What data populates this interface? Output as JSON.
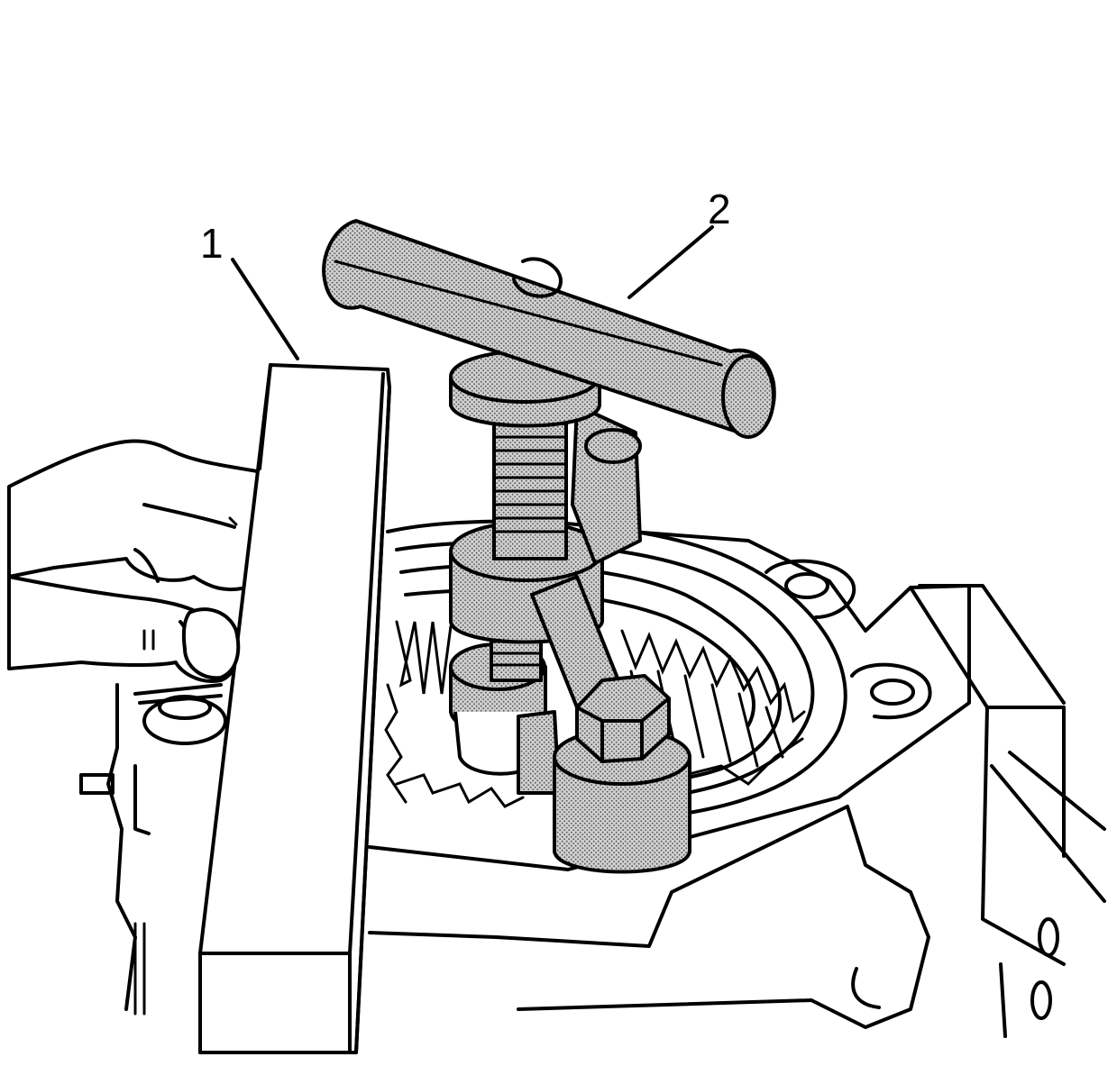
{
  "callouts": [
    {
      "id": "1",
      "label": "1"
    },
    {
      "id": "2",
      "label": "2"
    }
  ],
  "colors": {
    "line": "#000000",
    "background": "#ffffff",
    "tool_shading": "#c8c8c8"
  }
}
